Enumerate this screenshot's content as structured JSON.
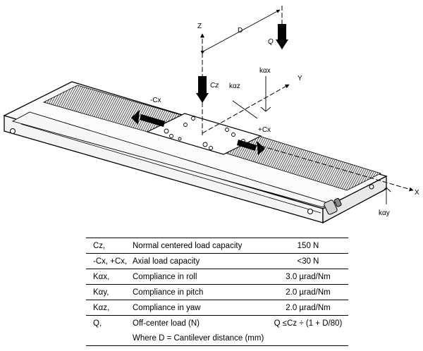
{
  "diagram": {
    "axis_z": "Z",
    "axis_y": "Y",
    "axis_x": "X",
    "dim_d": "D",
    "load_q": "Q",
    "load_cz": "Cz",
    "neg_cx": "-Cx",
    "pos_cx": "+Cx",
    "k_ax": "kαx",
    "k_az": "kαz",
    "k_ay": "kαy"
  },
  "table": {
    "rows": [
      {
        "symbol": "Cz,",
        "description": "Normal centered load capacity",
        "value": "150 N"
      },
      {
        "symbol": "-Cx, +Cx,",
        "description": "Axial load capacity",
        "value": "<30 N"
      },
      {
        "symbol": "Kαx,",
        "description": "Compliance in roll",
        "value": "3.0 µrad/Nm"
      },
      {
        "symbol": "Kαy,",
        "description": "Compliance in pitch",
        "value": "2.0 µrad/Nm"
      },
      {
        "symbol": "Kαz,",
        "description": "Compliance in yaw",
        "value": "2.0 µrad/Nm"
      },
      {
        "symbol": "Q,",
        "description": "Off-center load (N)",
        "value": "Q ≤Cz ÷ (1 + D/80)"
      }
    ],
    "note": "Where D = Cantilever distance (mm)"
  }
}
